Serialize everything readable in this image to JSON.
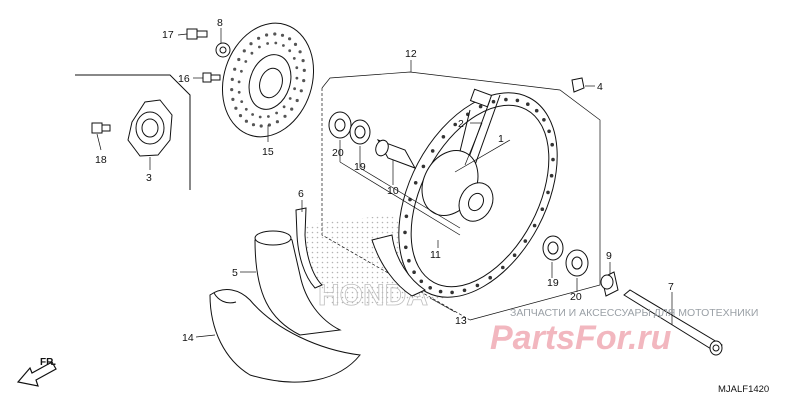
{
  "callouts": [
    "1",
    "2",
    "3",
    "4",
    "5",
    "6",
    "7",
    "8",
    "9",
    "10",
    "11",
    "12",
    "13",
    "14",
    "15",
    "16",
    "17",
    "18",
    "19",
    "20"
  ],
  "front_label": "FR.",
  "watermark": {
    "brand_text": "HONDA",
    "caption": "ЗАПЧАСТИ И АКСЕССУАРЫ ДЛЯ МОТОТЕХНИКИ",
    "site": "PartsFor.ru"
  },
  "diagram_code": "MJALF1420",
  "colors": {
    "ink": "#111111",
    "watermark_red": "#f2b7bf",
    "watermark_gray": "#9aa0a6",
    "dot": "#666666"
  }
}
